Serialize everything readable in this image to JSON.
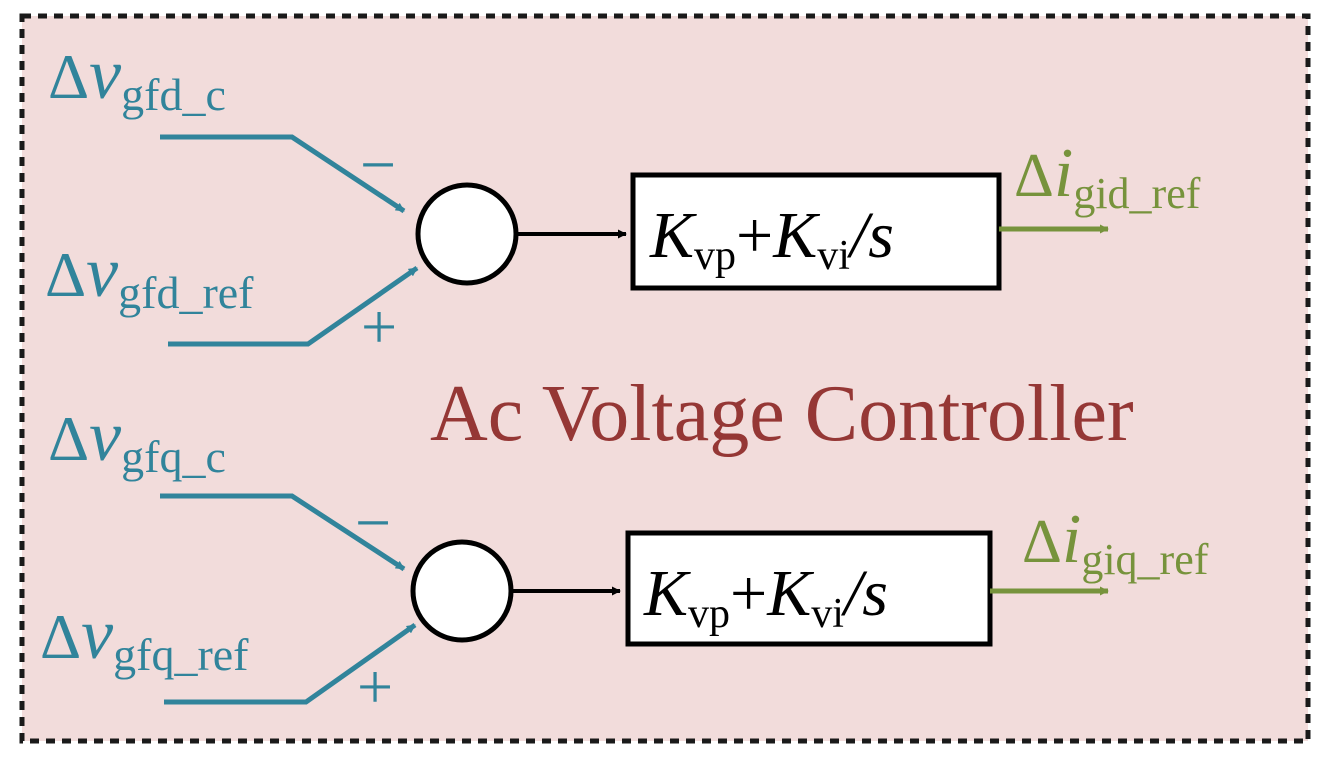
{
  "title": "Ac Voltage Controller",
  "colors": {
    "panel_fill": "#f2dcdb",
    "border": "#1a1a1a",
    "input_signal": "#31849b",
    "output_signal": "#77933c",
    "title_text": "#953735",
    "black": "#000000",
    "white": "#ffffff"
  },
  "channel_d": {
    "input_c": {
      "delta": "Δ",
      "var": "v",
      "sub": "gfd_c"
    },
    "input_ref": {
      "delta": "Δ",
      "var": "v",
      "sub": "gfd_ref"
    },
    "sign_c": "−",
    "sign_ref": "+",
    "block": {
      "k1": "K",
      "k1_sub": "vp",
      "plus": "+",
      "k2": "K",
      "k2_sub": "vi",
      "slash_s": "/s"
    },
    "output": {
      "delta": "Δ",
      "var": "i",
      "sub": "gid_ref"
    }
  },
  "channel_q": {
    "input_c": {
      "delta": "Δ",
      "var": "v",
      "sub": "gfq_c"
    },
    "input_ref": {
      "delta": "Δ",
      "var": "v",
      "sub": "gfq_ref"
    },
    "sign_c": "−",
    "sign_ref": "+",
    "block": {
      "k1": "K",
      "k1_sub": "vp",
      "plus": "+",
      "k2": "K",
      "k2_sub": "vi",
      "slash_s": "/s"
    },
    "output": {
      "delta": "Δ",
      "var": "i",
      "sub": "giq_ref"
    }
  }
}
